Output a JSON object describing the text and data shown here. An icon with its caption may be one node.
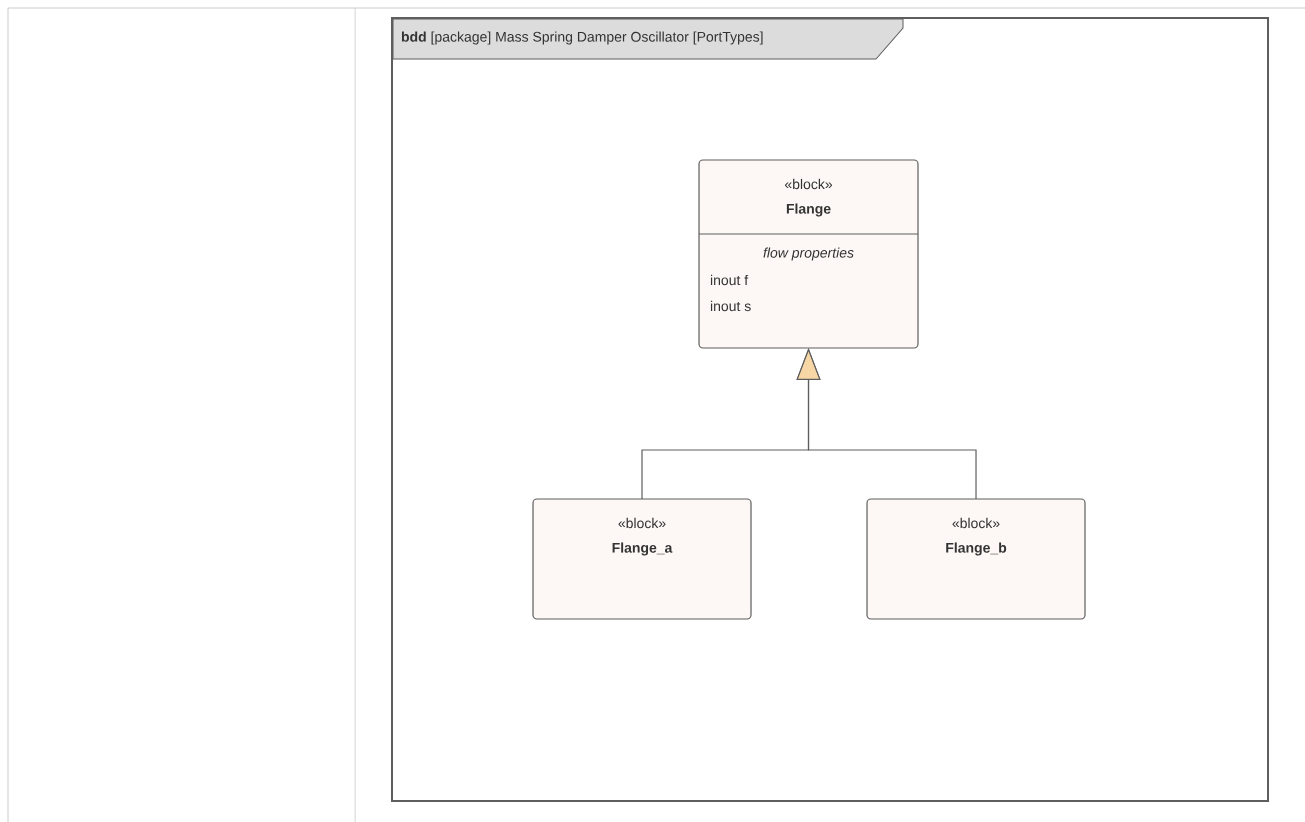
{
  "diagram": {
    "nodes": [
      {
        "text": [
          "**bdd** [package] Mass Spring Damper Oscillator [PortTypes]"
        ]
      },
      {
        "text": [
          "«block»",
          "Flange",
          "flow properties",
          "inout f",
          "inout s"
        ],
        "in": 0
      },
      {
        "text": [
          "«block»",
          "Flange_a"
        ],
        "in": 0
      },
      {
        "text": [
          "«block»",
          "Flange_b"
        ],
        "in": 0
      }
    ],
    "edges": [
      {
        "from": 2,
        "to": 1,
        "arrow": "to"
      },
      {
        "from": 3,
        "to": 1,
        "arrow": "to"
      }
    ]
  }
}
